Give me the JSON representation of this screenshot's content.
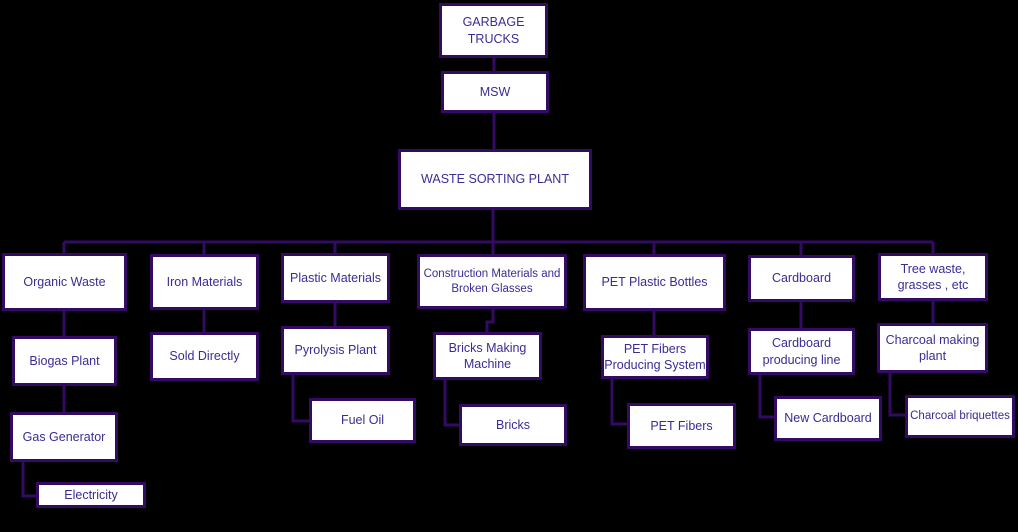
{
  "diagram": {
    "type": "flowchart",
    "root_label": "GARBAGE\nTRUCKS"
  },
  "nodes": {
    "garbage_trucks": "GARBAGE\nTRUCKS",
    "msw": "MSW",
    "waste_sorting_plant": "WASTE SORTING PLANT",
    "organic_waste": "Organic Waste",
    "biogas_plant": "Biogas Plant",
    "gas_generator": "Gas Generator",
    "electricity": "Electricity",
    "iron_materials": "Iron Materials",
    "sold_directly": "Sold Directly",
    "plastic_materials": "Plastic Materials",
    "pyrolysis_plant": "Pyrolysis Plant",
    "fuel_oil": "Fuel Oil",
    "construction_materials": "Construction Materials and\nBroken Glasses",
    "bricks_making_machine": "Bricks Making\nMachine",
    "bricks": "Bricks",
    "pet_plastic_bottles": "PET Plastic Bottles",
    "pet_fibers_producing_system": "PET Fibers\nProducing System",
    "pet_fibers": "PET Fibers",
    "cardboard": "Cardboard",
    "cardboard_producing_line": "Cardboard\nproducing line",
    "new_cardboard": "New Cardboard",
    "tree_waste": "Tree waste,\ngrasses , etc",
    "charcoal_making_plant": "Charcoal making\nplant",
    "charcoal_briquettes": "Charcoal briquettes"
  },
  "edges": [
    {
      "from": "garbage_trucks",
      "to": "msw"
    },
    {
      "from": "msw",
      "to": "waste_sorting_plant"
    },
    {
      "from": "waste_sorting_plant",
      "to": "organic_waste"
    },
    {
      "from": "waste_sorting_plant",
      "to": "iron_materials"
    },
    {
      "from": "waste_sorting_plant",
      "to": "plastic_materials"
    },
    {
      "from": "waste_sorting_plant",
      "to": "construction_materials"
    },
    {
      "from": "waste_sorting_plant",
      "to": "pet_plastic_bottles"
    },
    {
      "from": "waste_sorting_plant",
      "to": "cardboard"
    },
    {
      "from": "waste_sorting_plant",
      "to": "tree_waste"
    },
    {
      "from": "organic_waste",
      "to": "biogas_plant"
    },
    {
      "from": "biogas_plant",
      "to": "gas_generator"
    },
    {
      "from": "gas_generator",
      "to": "electricity"
    },
    {
      "from": "iron_materials",
      "to": "sold_directly"
    },
    {
      "from": "plastic_materials",
      "to": "pyrolysis_plant"
    },
    {
      "from": "pyrolysis_plant",
      "to": "fuel_oil"
    },
    {
      "from": "construction_materials",
      "to": "bricks_making_machine"
    },
    {
      "from": "bricks_making_machine",
      "to": "bricks"
    },
    {
      "from": "pet_plastic_bottles",
      "to": "pet_fibers_producing_system"
    },
    {
      "from": "pet_fibers_producing_system",
      "to": "pet_fibers"
    },
    {
      "from": "cardboard",
      "to": "cardboard_producing_line"
    },
    {
      "from": "cardboard_producing_line",
      "to": "new_cardboard"
    },
    {
      "from": "tree_waste",
      "to": "charcoal_making_plant"
    },
    {
      "from": "charcoal_making_plant",
      "to": "charcoal_briquettes"
    }
  ],
  "colors": {
    "background": "#000000",
    "box_fill": "#ffffff",
    "box_border": "#330b63",
    "connector": "#330b63",
    "text": "#3b2c94"
  }
}
